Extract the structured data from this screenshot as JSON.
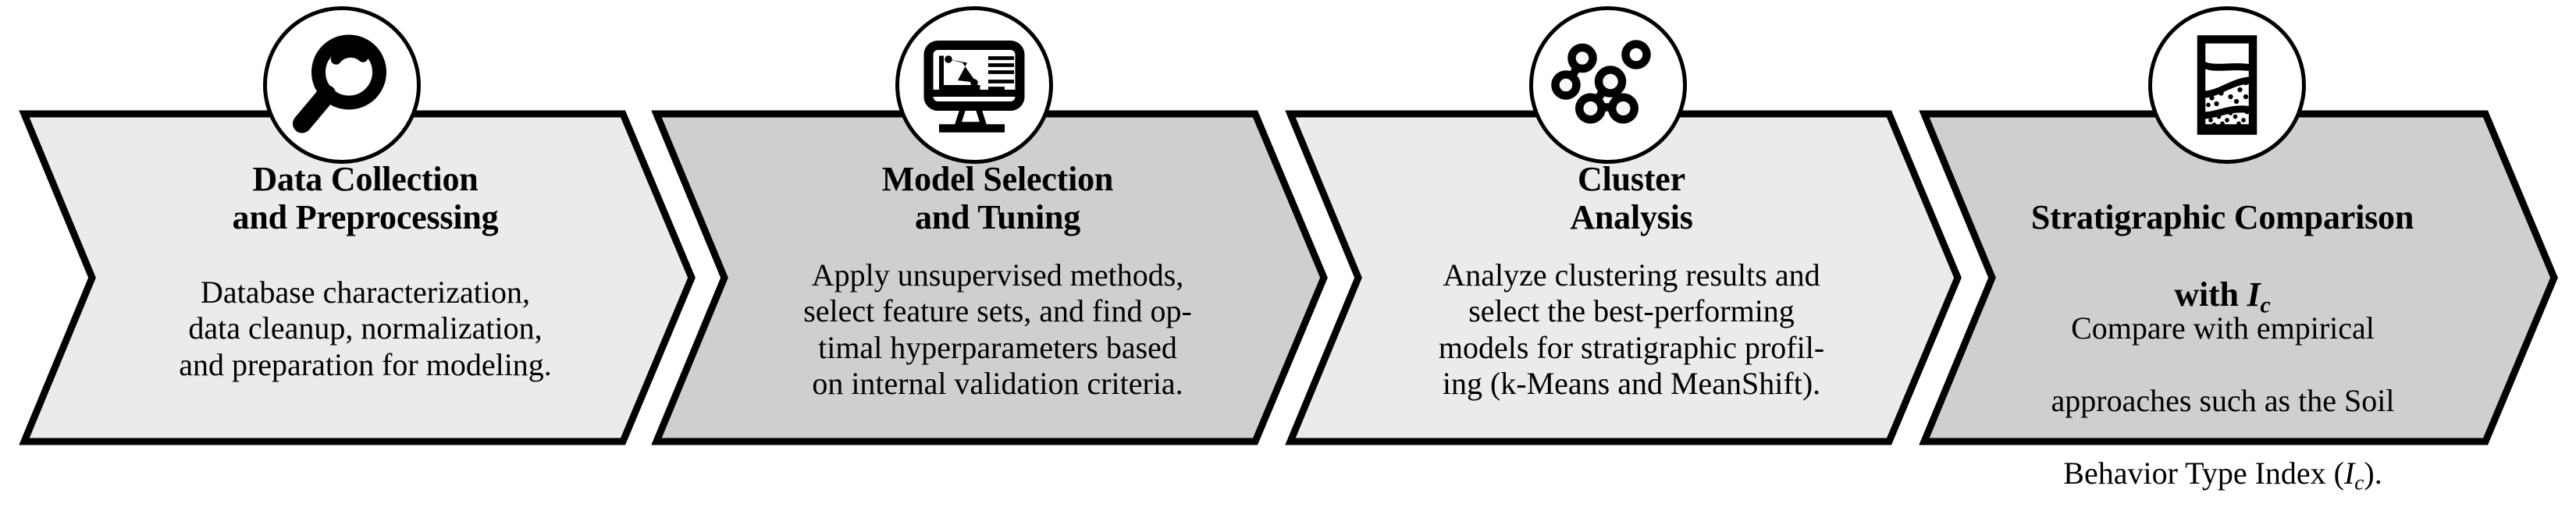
{
  "diagram": {
    "type": "chevron-process-flow",
    "orientation": "horizontal",
    "stage_count": 4,
    "background_color": "#ffffff",
    "outline_color": "#000000",
    "fill_light": "#ebebeb",
    "fill_dark": "#cfcfcf"
  },
  "stages": [
    {
      "index": 1,
      "icon": "magnifier-icon",
      "fill": "#ebebeb",
      "title": "Data Collection\nand Preprocessing",
      "body": "Database characterization,\ndata cleanup, normalization,\nand preparation for modeling."
    },
    {
      "index": 2,
      "icon": "monitor-chart-icon",
      "fill": "#cfcfcf",
      "title": "Model Selection\nand Tuning",
      "body": "Apply unsupervised methods,\nselect feature sets, and find op-\ntimal hyperparameters based\non internal validation criteria."
    },
    {
      "index": 3,
      "icon": "cluster-nodes-icon",
      "fill": "#ebebeb",
      "title": "Cluster\nAnalysis",
      "body": "Analyze clustering results and\nselect the best-performing\nmodels for stratigraphic profil-\ning (k-Means and MeanShift)."
    },
    {
      "index": 4,
      "icon": "soil-core-icon",
      "fill": "#cfcfcf",
      "title_line1": "Stratigraphic Comparison",
      "title_line2_prefix": "with ",
      "title_symbol": "I",
      "title_symbol_sub": "c",
      "body_line1": "Compare with empirical",
      "body_line2": "approaches such as the Soil",
      "body_line3_prefix": "Behavior Type Index (",
      "body_symbol": "I",
      "body_symbol_sub": "c",
      "body_line3_suffix": ")."
    }
  ]
}
